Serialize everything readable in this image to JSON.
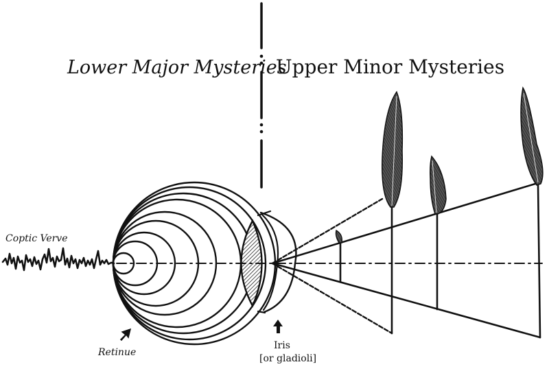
{
  "titles": {
    "left": "Lower Major Mysteries",
    "right": "Upper Minor Mysteries"
  },
  "labels": {
    "optic_nerve": "Coptic Verve",
    "retina": "Retinue",
    "iris_line1": "Iris",
    "iris_line2": "[or gladioli]"
  },
  "icons": {
    "retina_arrow": "arrow-up-right",
    "iris_arrow": "arrow-up"
  },
  "colors": {
    "ink": "#111111",
    "feather": "#3a3a3a",
    "background": "#ffffff"
  },
  "feathers_count": 4
}
